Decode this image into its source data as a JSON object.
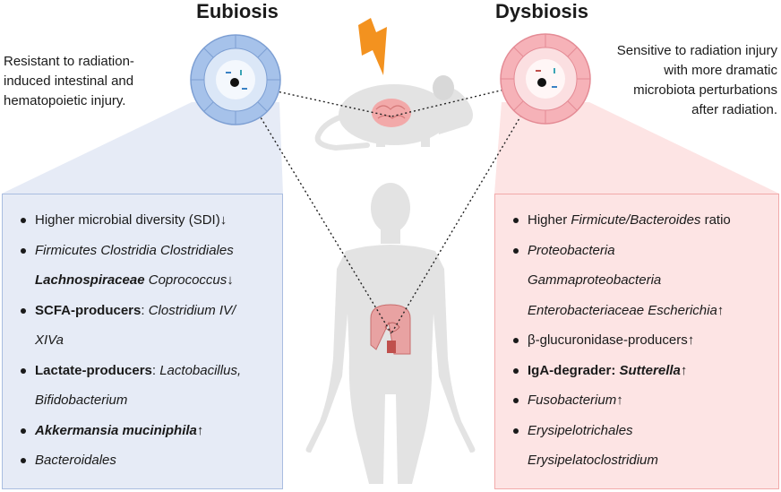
{
  "eubiosis": {
    "title": "Eubiosis",
    "description": [
      "Resistant to radiation-",
      "induced intestinal and",
      "hematopoietic injury."
    ],
    "items": {
      "i1_text": "Higher microbial diversity (SDI)",
      "i1_arrow": "↓",
      "i2_line1": "Firmicutes Clostridia Clostridiales",
      "i2_bold": "Lachnospiraceae",
      "i2_italic": " Coprococcus",
      "i2_arrow": "↓",
      "i3_bold": "SCFA-producers",
      "i3_colon": ": ",
      "i3_italic": "Clostridium IV/",
      "i3_line2": "XIVa",
      "i4_bold": "Lactate-producers",
      "i4_colon": ": ",
      "i4_italic": "Lactobacillus,",
      "i4_line2": "Bifidobacterium",
      "i5_bolditalic": "Akkermansia muciniphila",
      "i5_arrow": "↑",
      "i6_italic": "Bacteroidales"
    },
    "colors": {
      "panel_fill": "#e6ebf6",
      "panel_border": "#a9bde0",
      "cell": "#8fb1e0"
    }
  },
  "dysbiosis": {
    "title": "Dysbiosis",
    "description": [
      "Sensitive to radiation injury",
      "with more dramatic",
      "microbiota perturbations",
      "after radiation."
    ],
    "items": {
      "d1_pre": "Higher ",
      "d1_italic": "Firmicute/Bacteroides",
      "d1_post": " ratio",
      "d2_line1": "Proteobacteria",
      "d2_line2": "Gammaproteobacteria",
      "d2_line3": "Enterobacteriaceae Escherichia",
      "d2_arrow": "↑",
      "d3_text": "β-glucuronidase-producers",
      "d3_arrow": "↑",
      "d4_bold": "IgA-degrader: ",
      "d4_bolditalic": "Sutterella",
      "d4_arrow": "↑",
      "d5_italic": "Fusobacterium",
      "d5_arrow": "↑",
      "d6_line1": "Erysipelotrichales",
      "d6_line2": "Erysipelatoclostridium"
    },
    "colors": {
      "panel_fill": "#fde4e4",
      "panel_border": "#f2aaaa",
      "cell": "#f29aa4"
    }
  },
  "icons": [
    "lightning-icon",
    "mouse-icon",
    "human-body-icon",
    "intestine-icon",
    "brain-icon",
    "gut-crosssection-icon"
  ],
  "accent_colors": {
    "lightning": "#f3921f",
    "silhouette": "#e4e4e4",
    "gut": "#e58a8a"
  }
}
